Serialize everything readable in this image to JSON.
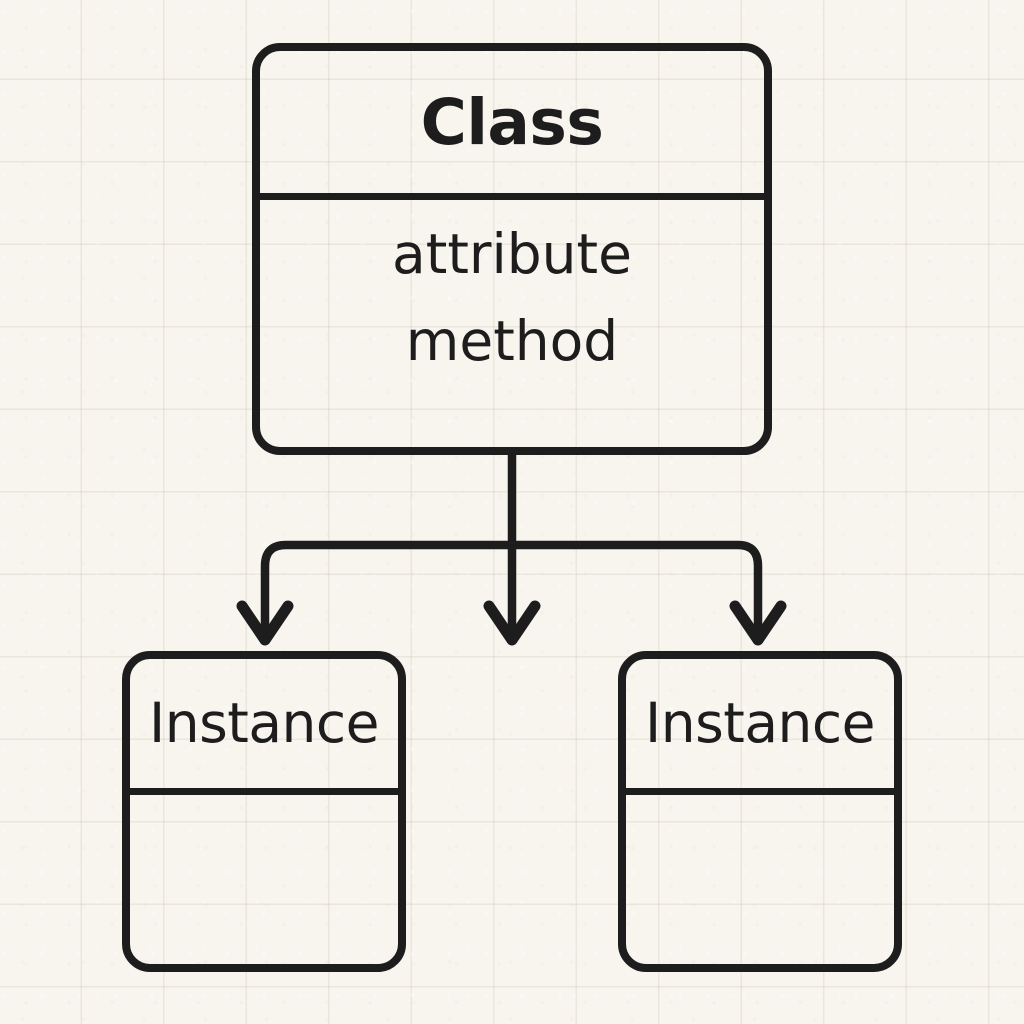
{
  "diagram": {
    "title": "Class and Instance relationship diagram",
    "type": "uml-class-diagram",
    "background_color": "#f8f5ef",
    "stroke_color": "#1d1d1d",
    "class_node": {
      "name": "Class",
      "members": [
        {
          "label": "attribute"
        },
        {
          "label": "method"
        }
      ]
    },
    "instances": [
      {
        "name": "Instance",
        "members": []
      },
      {
        "name": "Instance",
        "members": []
      }
    ],
    "connectors": {
      "count": 3,
      "style": "elbow-arrow",
      "arrowhead": "chevron-down",
      "from": "Class",
      "to": "Instance"
    }
  }
}
